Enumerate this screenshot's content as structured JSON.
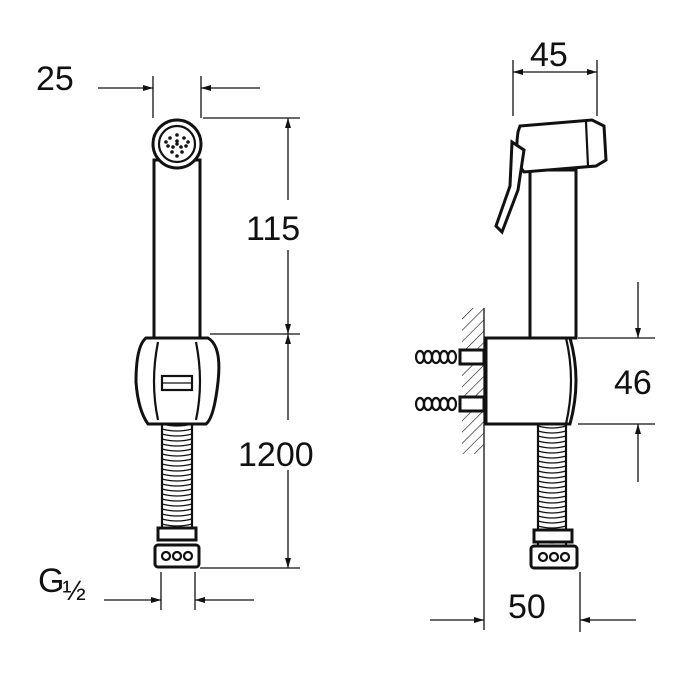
{
  "dimensions": {
    "head_width": "25",
    "sprayer_length": "115",
    "hose_length": "1200",
    "thread": "G½",
    "thread_g": "G",
    "thread_frac": "½",
    "side_width": "45",
    "bracket_height": "46",
    "wall_depth": "50"
  },
  "colors": {
    "line": "#111111",
    "background": "#ffffff"
  }
}
